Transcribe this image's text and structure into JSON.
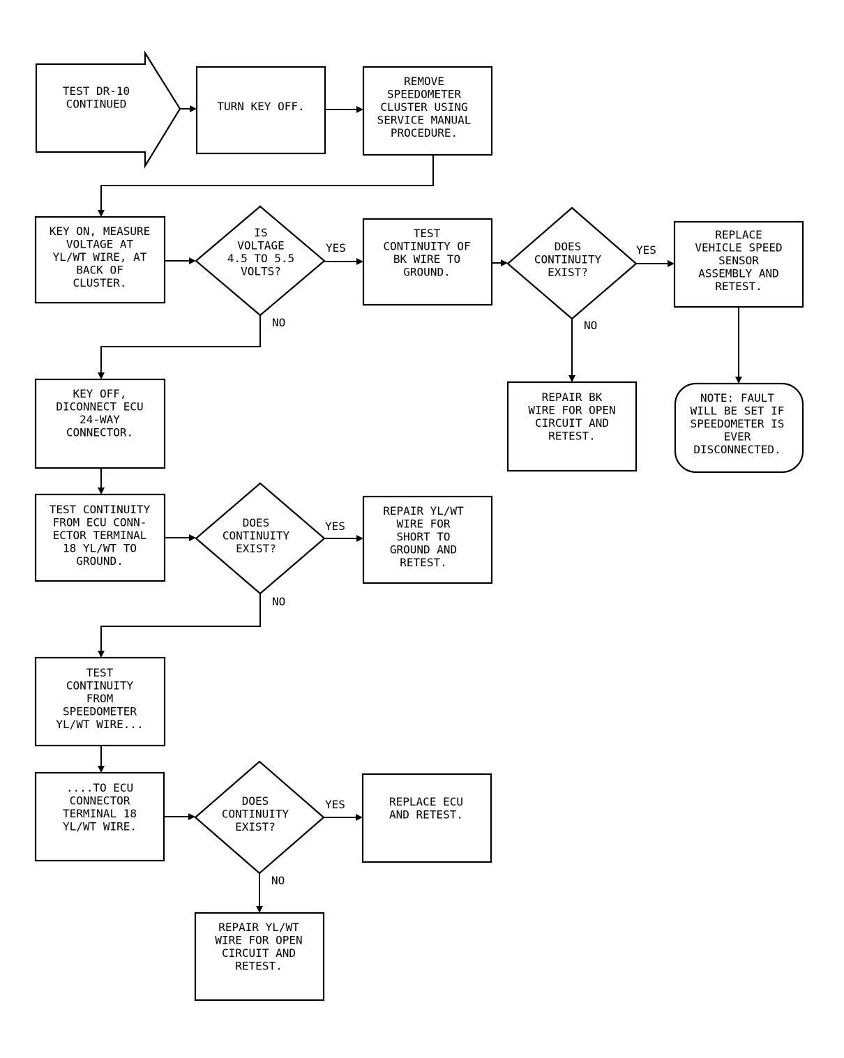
{
  "nodes": {
    "start": {
      "lines": [
        "TEST DR-10",
        "CONTINUED"
      ]
    },
    "turn_key_off": {
      "lines": [
        "TURN KEY OFF."
      ]
    },
    "remove_cluster": {
      "lines": [
        "REMOVE",
        "SPEEDOMETER",
        "CLUSTER USING",
        "SERVICE MANUAL",
        "PROCEDURE."
      ]
    },
    "measure_voltage": {
      "lines": [
        "KEY ON, MEASURE",
        "VOLTAGE AT",
        "YL/WT WIRE, AT",
        "BACK OF",
        "CLUSTER."
      ]
    },
    "is_voltage": {
      "lines": [
        "IS",
        "VOLTAGE",
        "4.5 TO 5.5",
        "VOLTS?"
      ]
    },
    "test_bk_continuity": {
      "lines": [
        "TEST",
        "CONTINUITY OF",
        "BK WIRE TO",
        "GROUND."
      ]
    },
    "does_continuity_1": {
      "lines": [
        "DOES",
        "CONTINUITY",
        "EXIST?"
      ]
    },
    "replace_sensor": {
      "lines": [
        "REPLACE",
        "VEHICLE SPEED",
        "SENSOR",
        "ASSEMBLY AND",
        "RETEST."
      ]
    },
    "repair_bk": {
      "lines": [
        "REPAIR BK",
        "WIRE FOR OPEN",
        "CIRCUIT AND",
        "RETEST."
      ]
    },
    "note_fault": {
      "lines": [
        "NOTE: FAULT",
        "WILL BE SET IF",
        "SPEEDOMETER IS",
        "EVER",
        "DISCONNECTED."
      ]
    },
    "disconnect_ecu": {
      "lines": [
        "KEY OFF,",
        "DICONNECT ECU",
        "24-WAY",
        "CONNECTOR."
      ]
    },
    "test_ecu_terminal": {
      "lines": [
        "TEST CONTINUITY",
        "FROM ECU CONN-",
        "ECTOR TERMINAL",
        "18 YL/WT TO",
        "GROUND."
      ]
    },
    "does_continuity_2": {
      "lines": [
        "DOES",
        "CONTINUITY",
        "EXIST?"
      ]
    },
    "repair_short": {
      "lines": [
        "REPAIR YL/WT",
        "WIRE FOR",
        "SHORT TO",
        "GROUND AND",
        "RETEST."
      ]
    },
    "test_speedo_wire": {
      "lines": [
        "TEST",
        "CONTINUITY",
        "FROM",
        "SPEEDOMETER",
        "YL/WT WIRE..."
      ]
    },
    "to_ecu_terminal": {
      "lines": [
        "....TO ECU",
        "CONNECTOR",
        "TERMINAL 18",
        "YL/WT WIRE."
      ]
    },
    "does_continuity_3": {
      "lines": [
        "DOES",
        "CONTINUITY",
        "EXIST?"
      ]
    },
    "replace_ecu": {
      "lines": [
        "REPLACE ECU",
        "AND RETEST."
      ]
    },
    "repair_open": {
      "lines": [
        "REPAIR YL/WT",
        "WIRE FOR OPEN",
        "CIRCUIT AND",
        "RETEST."
      ]
    }
  },
  "branch_labels": {
    "yes": "YES",
    "no": "NO"
  },
  "colors": {
    "ink": "#000000",
    "paper": "#ffffff"
  }
}
